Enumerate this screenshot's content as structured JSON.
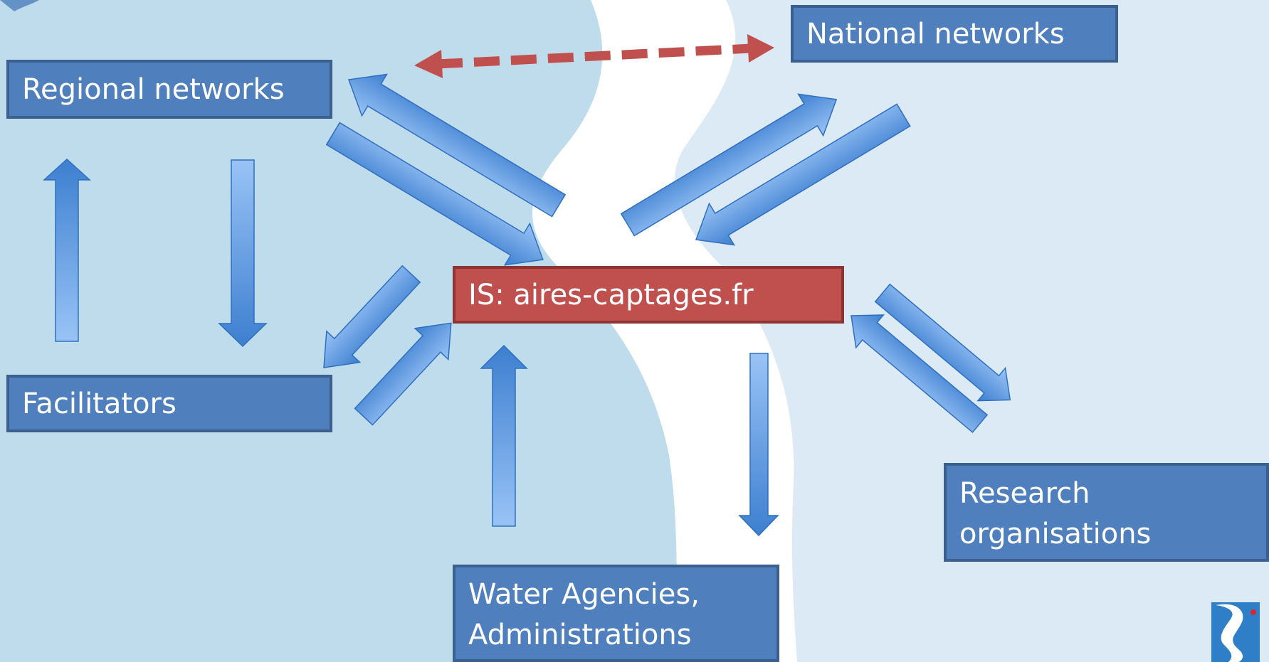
{
  "diagram": {
    "nodes": {
      "regional": "Regional networks",
      "national": "National networks",
      "center": "IS: aires-captages.fr",
      "facilitators": "Facilitators",
      "research": [
        "Research",
        "organisations"
      ],
      "water": [
        "Water Agencies,",
        "Administrations"
      ]
    },
    "colors": {
      "background_light": "#dbeaf5",
      "background_band": "#bfdcec",
      "river": "#ffffff",
      "node_fill": "#4f80bd",
      "center_fill": "#c0504d",
      "arrow_dark": "#3d7fd0",
      "arrow_light": "#99c3f6",
      "dashed_arrow": "#c0504d"
    },
    "logo_icon": "logo-icon"
  }
}
